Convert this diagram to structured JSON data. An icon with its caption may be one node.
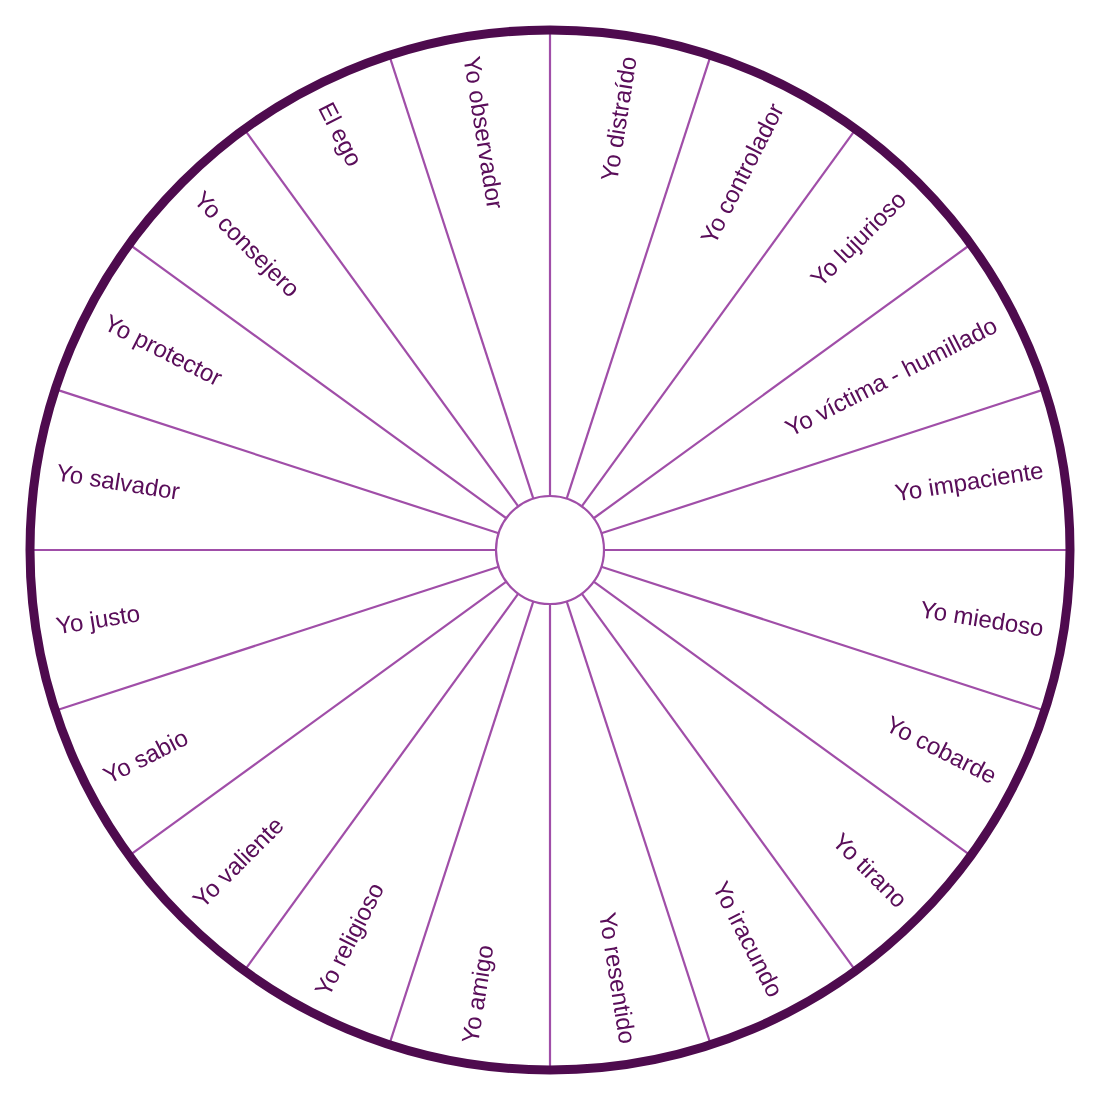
{
  "diagram": {
    "nodes": [
      {
        "text": [
          "Yo distraído"
        ]
      },
      {
        "text": [
          "Yo controlador"
        ]
      },
      {
        "text": [
          "Yo lujurioso"
        ]
      },
      {
        "text": [
          "Yo víctima - humillado"
        ]
      },
      {
        "text": [
          "Yo impaciente"
        ]
      },
      {
        "text": [
          "Yo miedoso"
        ]
      },
      {
        "text": [
          "Yo cobarde"
        ]
      },
      {
        "text": [
          "Yo tirano"
        ]
      },
      {
        "text": [
          "Yo iracundo"
        ]
      },
      {
        "text": [
          "Yo resentido"
        ]
      },
      {
        "text": [
          "Yo amigo"
        ]
      },
      {
        "text": [
          "Yo religioso"
        ]
      },
      {
        "text": [
          "Yo valiente"
        ]
      },
      {
        "text": [
          "Yo sabio"
        ]
      },
      {
        "text": [
          "Yo justo"
        ]
      },
      {
        "text": [
          "Yo salvador"
        ]
      },
      {
        "text": [
          "Yo protector"
        ]
      },
      {
        "text": [
          "Yo consejero"
        ]
      },
      {
        "text": [
          "El ego"
        ]
      },
      {
        "text": [
          "Yo observador"
        ]
      }
    ]
  }
}
